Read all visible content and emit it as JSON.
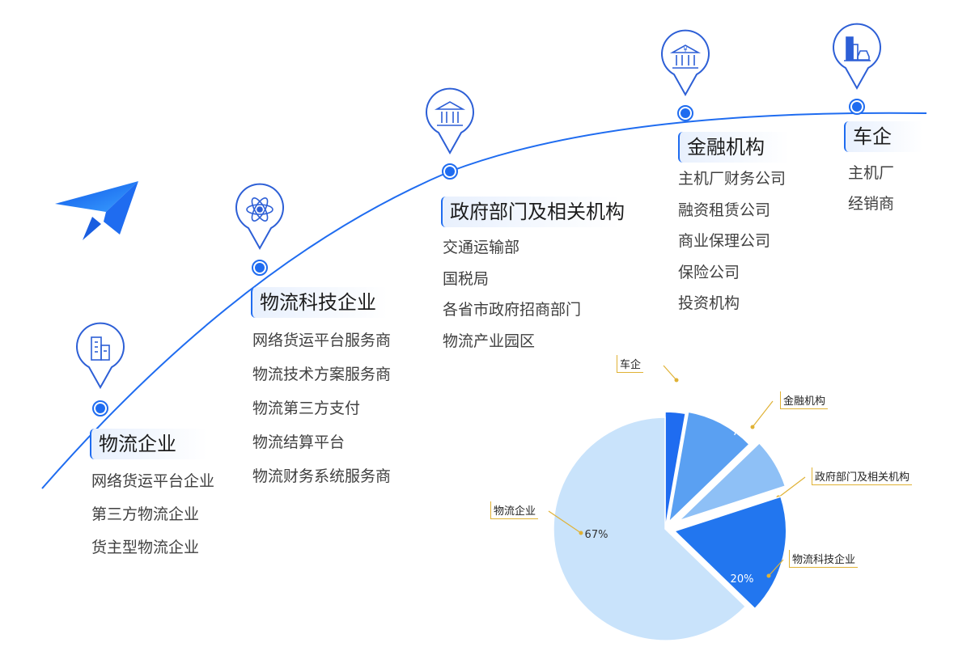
{
  "colors": {
    "accent": "#1f6cf0",
    "pin": "#2d5fd6",
    "leader": "#e0b235"
  },
  "categories": [
    {
      "title": "物流企业",
      "icon": "building-icon",
      "items": [
        "网络货运平台企业",
        "第三方物流企业",
        "货主型物流企业"
      ]
    },
    {
      "title": "物流科技企业",
      "icon": "atom-icon",
      "items": [
        "网络货运平台服务商",
        "物流技术方案服务商",
        "物流第三方支付",
        "物流结算平台",
        "物流财务系统服务商"
      ]
    },
    {
      "title": "政府部门及相关机构",
      "icon": "government-building-icon",
      "items": [
        "交通运输部",
        "国税局",
        "各省市政府招商部门",
        "物流产业园区"
      ]
    },
    {
      "title": "金融机构",
      "icon": "bank-icon",
      "items": [
        "主机厂财务公司",
        "融资租赁公司",
        "商业保理公司",
        "保险公司",
        "投资机构"
      ]
    },
    {
      "title": "车企",
      "icon": "factory-car-icon",
      "items": [
        "主机厂",
        "经销商"
      ]
    }
  ],
  "chart_data": {
    "type": "pie",
    "title": "",
    "slices": [
      {
        "name": "车企",
        "value": 1,
        "label": "1%",
        "color": "#1f6cf0"
      },
      {
        "name": "金融机构",
        "value": 7,
        "label": "7%",
        "color": "#5aa0f2"
      },
      {
        "name": "政府部门及相关机构",
        "value": 5,
        "label": "5%",
        "color": "#8ec0f6"
      },
      {
        "name": "物流科技企业",
        "value": 20,
        "label": "20%",
        "color": "#2276ef"
      },
      {
        "name": "物流企业",
        "value": 67,
        "label": "67%",
        "color": "#c9e3fb"
      }
    ]
  }
}
